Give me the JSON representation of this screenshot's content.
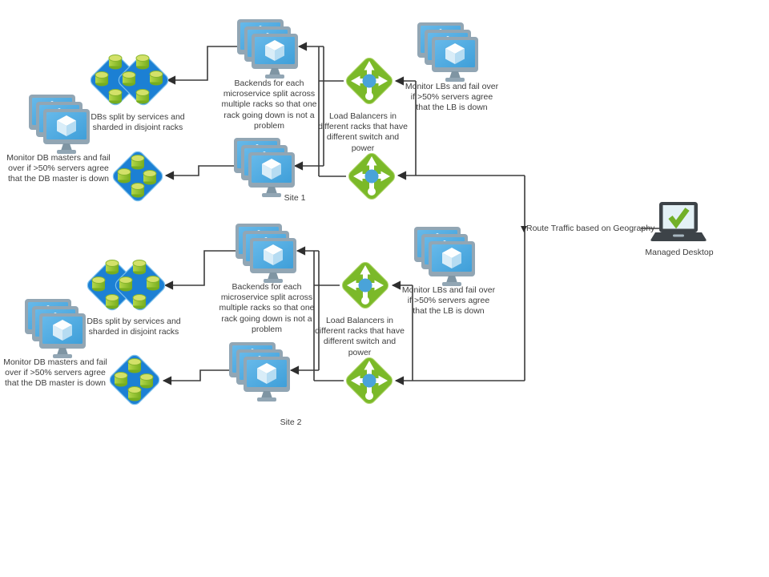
{
  "sites": [
    {
      "name": "Site 1",
      "db_cluster_label": "DBs split by services and sharded in disjoint racks",
      "db_monitor_label": "Monitor DB masters and fail over if >50% servers agree that the DB master is down",
      "backends_label": "Backends for each microservice split across multiple racks so that one rack going down is not a problem",
      "lb_label": "Load Balancers in different racks that have different switch and power",
      "lb_monitor_label": "Monitor LBs and fail over if >50% servers agree that the LB is down"
    },
    {
      "name": "Site 2",
      "db_cluster_label": "DBs split by services and sharded in disjoint racks",
      "db_monitor_label": "Monitor DB masters and fail over if >50% servers agree that the DB master is down",
      "backends_label": "Backends for each microservice split across multiple racks so that one rack going down is not a problem",
      "lb_label": "Load Balancers in different racks that have different switch and power",
      "lb_monitor_label": "Monitor LBs and fail over if >50% servers agree that the LB is down"
    }
  ],
  "routing": {
    "route_label": "Route Traffic based on Geography",
    "desktop_label": "Managed Desktop"
  },
  "icons": {
    "monitor_stack": "three-monitors-with-cube-icon",
    "db_cluster_double": "double-blue-diamond-with-green-db-cylinders-icon",
    "db_cluster_single": "blue-diamond-with-green-db-cylinders-icon",
    "load_balancer": "green-diamond-cross-arrows-load-balancer-icon",
    "managed_desktop": "laptop-with-green-checkmark-icon"
  },
  "colors": {
    "canvas": "#ffffff",
    "connector": "#3b3b3b",
    "text": "#3d3d3d",
    "db_diamond_blue": "#1c80d4",
    "cylinder_green": "#a2cc3a",
    "lb_green": "#7bb929",
    "lb_center_blue": "#4aa3d9",
    "monitor_screen_blue": "#47a6e0",
    "monitor_frame_gray": "#92a6b4",
    "check_green": "#72b027",
    "laptop_dark": "#3d4348"
  }
}
